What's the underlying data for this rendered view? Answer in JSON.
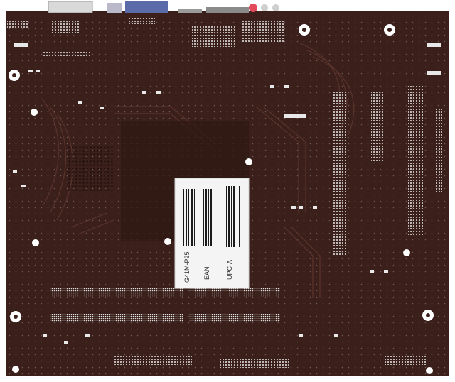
{
  "photo": {
    "subject": "motherboard-back",
    "colors": {
      "background": "#ffffff",
      "pcb": "#3a1f1a",
      "pcb_dark": "#24110d",
      "trace": "#5a342c",
      "pad": "#e8e8e8",
      "sticker": "#f4f4f4",
      "barcode": "#1a1a1a"
    },
    "sticker": {
      "model": "G41M-P25",
      "ean_label": "EAN",
      "upc_label": "UPC-A"
    }
  }
}
